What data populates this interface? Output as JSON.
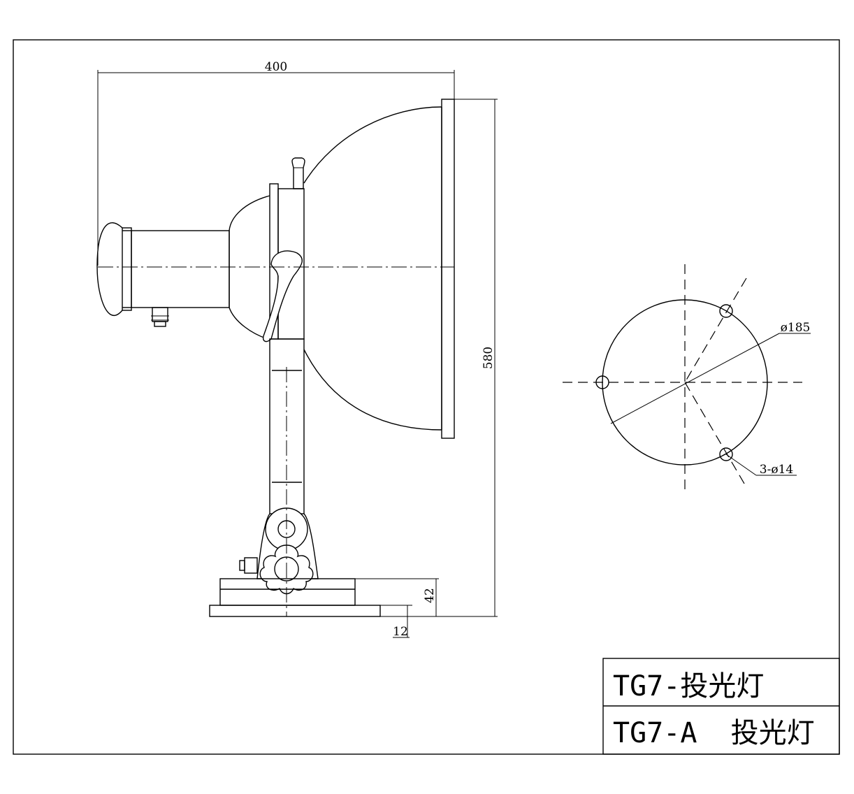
{
  "dimensions": {
    "overall_length": "400",
    "overall_height": "580",
    "base_height": "42",
    "base_plate": "12",
    "flange_diameter": "ø185",
    "mounting_holes": "3-ø14"
  },
  "title_block": {
    "row1": "TG7-投光灯",
    "row2": "TG7-A  投光灯"
  }
}
